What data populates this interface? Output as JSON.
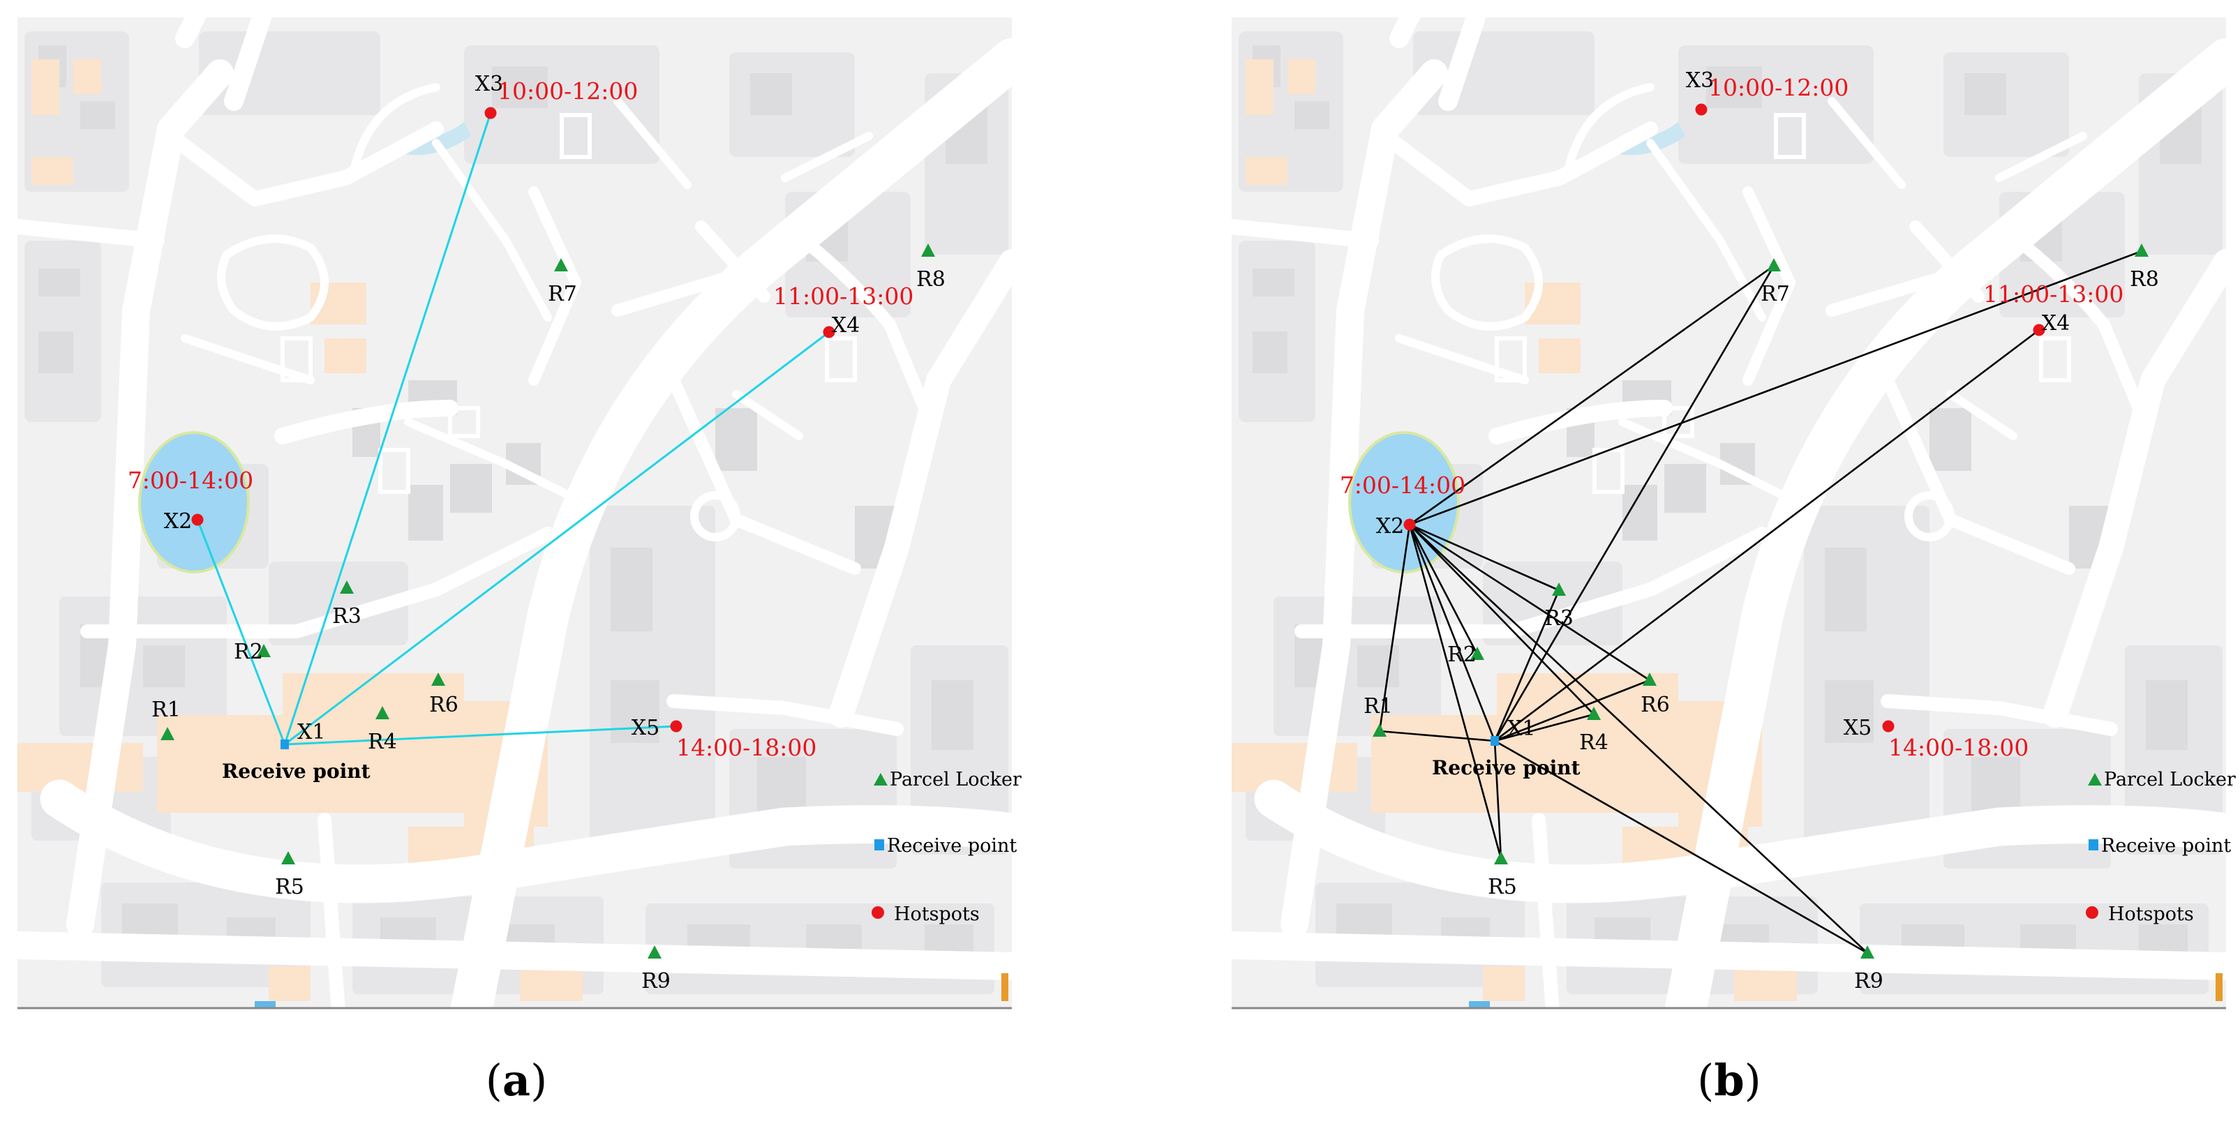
{
  "colors": {
    "map_bg": "#f1f1f2",
    "road": "#ffffff",
    "block": "#e6e6e8",
    "building": "#dcdcde",
    "poi": "#fbe3cc",
    "water": "#c9e6f2",
    "hotspot": "#e8141a",
    "locker": "#1a9a3a",
    "receive": "#1e9be6",
    "route_a": "#1fd4e6",
    "route_b": "#000000",
    "time_text": "#e8141a",
    "zone_fill": "#9fd6f3",
    "zone_stroke": "#d8e8a0"
  },
  "icons": {
    "locker": "green-triangle",
    "receive": "blue-square",
    "hotspot": "red-dot"
  },
  "legend": {
    "locker": "Parcel Locker",
    "receive": "Receive point",
    "hotspots": "Hotspots"
  },
  "receive_label": "Receive point",
  "panels": [
    {
      "caption": "a",
      "hotspots": [
        {
          "id": "X2",
          "time": "7:00-14:00"
        },
        {
          "id": "X3",
          "time": "10:00-12:00"
        },
        {
          "id": "X4",
          "time": "11:00-13:00"
        },
        {
          "id": "X5",
          "time": "14:00-18:00"
        }
      ],
      "receive": {
        "id": "X1"
      },
      "lockers": [
        "R1",
        "R2",
        "R3",
        "R4",
        "R5",
        "R6",
        "R7",
        "R8",
        "R9"
      ],
      "routes": [
        [
          "X1",
          "X2"
        ],
        [
          "X1",
          "X3"
        ],
        [
          "X1",
          "X4"
        ],
        [
          "X1",
          "X5"
        ]
      ]
    },
    {
      "caption": "b",
      "hotspots": [
        {
          "id": "X2",
          "time": "7:00-14:00"
        },
        {
          "id": "X3",
          "time": "10:00-12:00"
        },
        {
          "id": "X4",
          "time": "11:00-13:00"
        },
        {
          "id": "X5",
          "time": "14:00-18:00"
        }
      ],
      "receive": {
        "id": "X1"
      },
      "lockers": [
        "R1",
        "R2",
        "R3",
        "R4",
        "R5",
        "R6",
        "R7",
        "R8",
        "R9"
      ],
      "routes": [
        [
          "X2",
          "R1"
        ],
        [
          "X2",
          "R2"
        ],
        [
          "X2",
          "R3"
        ],
        [
          "X2",
          "R4"
        ],
        [
          "X2",
          "R5"
        ],
        [
          "X2",
          "R6"
        ],
        [
          "X2",
          "R7"
        ],
        [
          "X2",
          "R8"
        ],
        [
          "X2",
          "R9"
        ],
        [
          "X2",
          "X1"
        ],
        [
          "X1",
          "R1"
        ],
        [
          "X1",
          "R3"
        ],
        [
          "X1",
          "R4"
        ],
        [
          "X1",
          "R5"
        ],
        [
          "X1",
          "R6"
        ],
        [
          "X1",
          "R7"
        ],
        [
          "X1",
          "X4"
        ],
        [
          "X1",
          "R9"
        ]
      ]
    }
  ]
}
